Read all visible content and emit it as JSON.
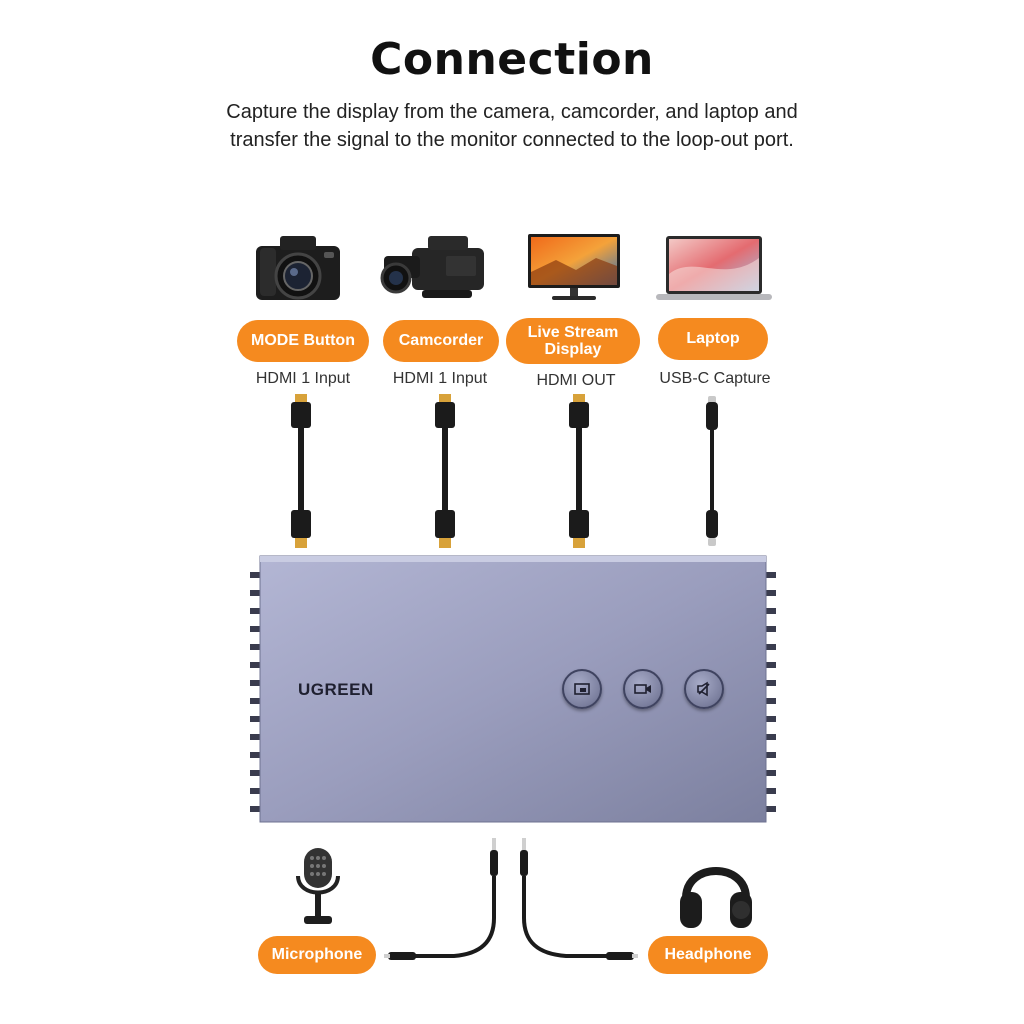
{
  "header": {
    "title": "Connection",
    "subtitle": "Capture the display from the camera, camcorder, and laptop and transfer the signal to the monitor connected to the loop-out port."
  },
  "devices": [
    {
      "pill": "MODE Button",
      "port": "HDMI 1 Input",
      "icon": "camera-icon",
      "cable": "hdmi"
    },
    {
      "pill": "Camcorder",
      "port": "HDMI 1 Input",
      "icon": "camcorder-icon",
      "cable": "hdmi"
    },
    {
      "pill": "Live Stream Display",
      "port": "HDMI OUT",
      "icon": "monitor-icon",
      "cable": "hdmi"
    },
    {
      "pill": "Laptop",
      "port": "USB-C Capture",
      "icon": "laptop-icon",
      "cable": "usb-c"
    }
  ],
  "device_box": {
    "brand": "UGREEN",
    "buttons": [
      "picture-in-picture-icon",
      "camera-switch-icon",
      "speaker-icon"
    ]
  },
  "audio": {
    "left": {
      "pill": "Microphone",
      "icon": "microphone-icon"
    },
    "right": {
      "pill": "Headphone",
      "icon": "headphone-icon"
    }
  },
  "colors": {
    "accent": "#f58a1f",
    "device_body": "#9296b6",
    "cable": "#1b1b1b",
    "connector_gold": "#d8a23a"
  }
}
